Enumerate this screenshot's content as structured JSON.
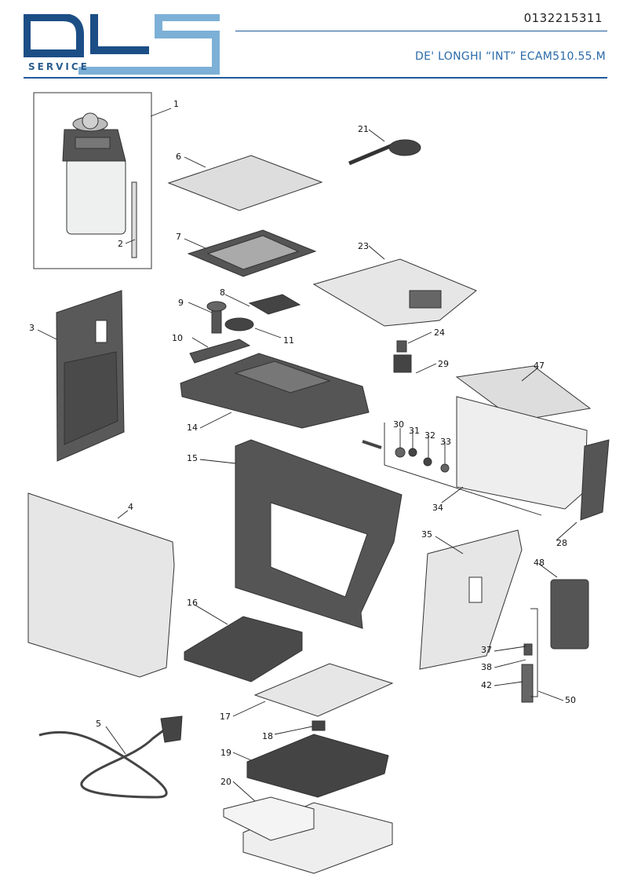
{
  "header": {
    "logo_letters": "DLS",
    "logo_sub": "SERVICE",
    "part_code": "0132215311",
    "model": "DE' LONGHI “INT”   ECAM510.55.M"
  },
  "callouts": [
    "1",
    "2",
    "3",
    "4",
    "5",
    "6",
    "7",
    "8",
    "9",
    "10",
    "11",
    "14",
    "15",
    "16",
    "17",
    "18",
    "19",
    "20",
    "21",
    "23",
    "24",
    "28",
    "29",
    "30",
    "31",
    "32",
    "33",
    "34",
    "35",
    "37",
    "38",
    "42",
    "47",
    "48",
    "50"
  ],
  "colors": {
    "brand": "#1f5a99",
    "logo_dark": "#1c4e86",
    "logo_light": "#7db0d6",
    "part_dark": "#3c3c3c",
    "part_light": "#dcdcdc"
  }
}
